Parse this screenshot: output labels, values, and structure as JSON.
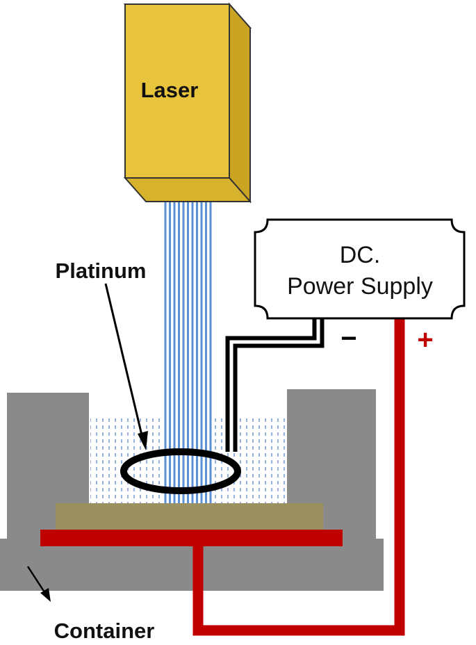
{
  "labels": {
    "laser": "Laser",
    "platinum": "Platinum",
    "container": "Container",
    "power_supply_line1": "DC.",
    "power_supply_line2": "Power Supply",
    "negative": "−",
    "positive": "+"
  },
  "colors": {
    "laser_front": "#e8c33c",
    "laser_top": "#f2d770",
    "laser_side": "#c9a321",
    "beam_blue": "#5b8fd6",
    "container_gray": "#8a8a8a",
    "substrate_olive": "#9a9060",
    "positive_wire": "#c00000",
    "negative_wire": "#111111",
    "liquid_dots": "#6a8fd0"
  },
  "icons": {
    "laser": "laser-block-icon",
    "power_supply": "power-supply-box-icon",
    "electrode": "ring-electrode-icon"
  }
}
